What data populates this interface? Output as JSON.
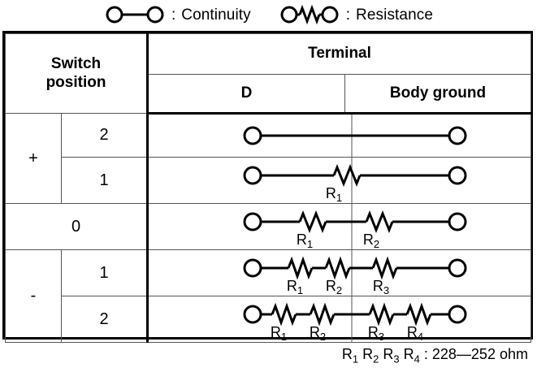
{
  "legend": {
    "items": [
      {
        "symbol": "continuity-symbol",
        "label": "Continuity",
        "separator": ":"
      },
      {
        "symbol": "resistance-symbol",
        "label": "Resistance",
        "separator": ":"
      }
    ]
  },
  "table": {
    "headers": {
      "switch_position": "Switch\nposition",
      "switch_position_line1": "Switch",
      "switch_position_line2": "position",
      "terminal": "Terminal",
      "terminal_d": "D",
      "terminal_body_ground": "Body ground"
    },
    "rows": [
      {
        "sign": "+",
        "number": "2",
        "resistors_left": [],
        "resistors_right": [],
        "type": "continuity"
      },
      {
        "sign": "+",
        "number": "1",
        "resistors_left": [
          "R1"
        ],
        "resistors_right": [],
        "type": "resistance"
      },
      {
        "sign": "",
        "number": "0",
        "resistors_left": [
          "R1"
        ],
        "resistors_right": [
          "R2"
        ],
        "type": "resistance"
      },
      {
        "sign": "-",
        "number": "1",
        "resistors_left": [
          "R1",
          "R2"
        ],
        "resistors_right": [
          "R3"
        ],
        "type": "resistance"
      },
      {
        "sign": "-",
        "number": "2",
        "resistors_left": [
          "R1",
          "R2"
        ],
        "resistors_right": [
          "R3",
          "R4"
        ],
        "type": "resistance"
      }
    ],
    "resistor_labels": {
      "R1": {
        "base": "R",
        "sub": "1"
      },
      "R2": {
        "base": "R",
        "sub": "2"
      },
      "R3": {
        "base": "R",
        "sub": "3"
      },
      "R4": {
        "base": "R",
        "sub": "4"
      }
    }
  },
  "footnote": {
    "text": "R1 R2 R3 R4 : 228—252 ohm",
    "labels": [
      "R1",
      "R2",
      "R3",
      "R4"
    ],
    "separator": ":",
    "value_range": "228—252",
    "unit": "ohm"
  },
  "colors": {
    "ink": "#000000",
    "grid": "#555555",
    "background": "#ffffff"
  }
}
